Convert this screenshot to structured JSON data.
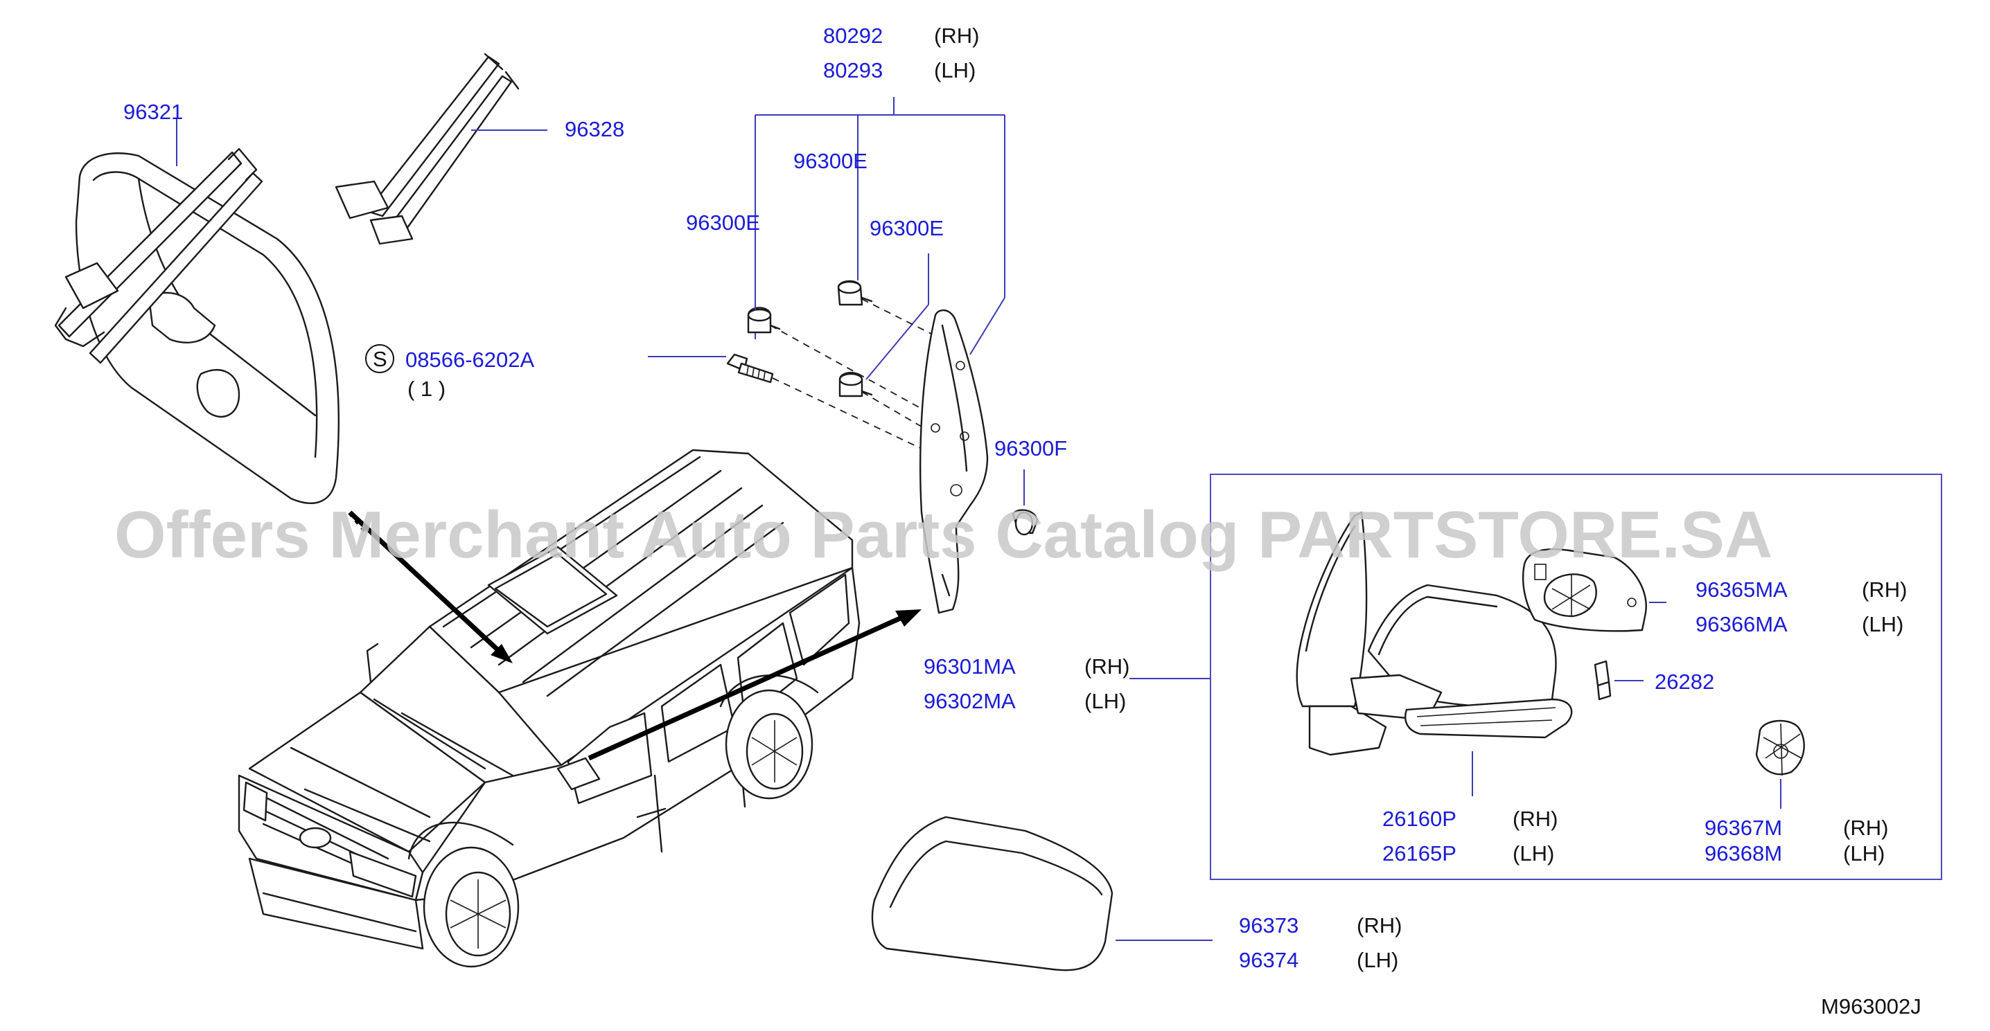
{
  "diagram": {
    "code": "M963002J",
    "watermark": "Offers Merchant Auto Parts Catalog PARTSTORE.SA",
    "screw_symbol": "S",
    "labels": [
      {
        "id": "96321",
        "part": "96321",
        "side": ""
      },
      {
        "id": "96328",
        "part": "96328",
        "side": ""
      },
      {
        "id": "80292",
        "part": "80292",
        "side": "(RH)"
      },
      {
        "id": "80293",
        "part": "80293",
        "side": "(LH)"
      },
      {
        "id": "96300e_a",
        "part": "96300E",
        "side": ""
      },
      {
        "id": "96300e_b",
        "part": "96300E",
        "side": ""
      },
      {
        "id": "96300e_c",
        "part": "96300E",
        "side": ""
      },
      {
        "id": "screw",
        "part": "08566-6202A",
        "side": "( 1 )"
      },
      {
        "id": "96300f",
        "part": "96300F",
        "side": ""
      },
      {
        "id": "96301ma",
        "part": "96301MA",
        "side": "(RH)"
      },
      {
        "id": "96302ma",
        "part": "96302MA",
        "side": "(LH)"
      },
      {
        "id": "96365ma",
        "part": "96365MA",
        "side": "(RH)"
      },
      {
        "id": "96366ma",
        "part": "96366MA",
        "side": "(LH)"
      },
      {
        "id": "26282",
        "part": "26282",
        "side": ""
      },
      {
        "id": "26160p",
        "part": "26160P",
        "side": "(RH)"
      },
      {
        "id": "26165p",
        "part": "26165P",
        "side": "(LH)"
      },
      {
        "id": "96367m",
        "part": "96367M",
        "side": "(RH)"
      },
      {
        "id": "96368m",
        "part": "96368M",
        "side": "(LH)"
      },
      {
        "id": "96373",
        "part": "96373",
        "side": "(RH)"
      },
      {
        "id": "96374",
        "part": "96374",
        "side": "(LH)"
      }
    ]
  }
}
